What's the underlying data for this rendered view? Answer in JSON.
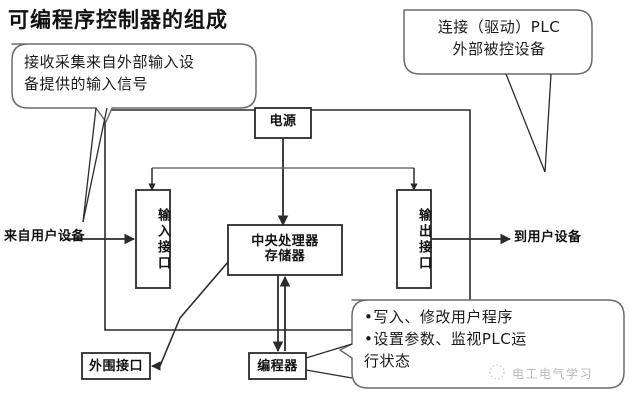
{
  "title": "可编程序控制器的组成",
  "callouts": [
    {
      "id": "input-callout",
      "text": "接收采集来自外部输入设\n备提供的输入信号"
    },
    {
      "id": "output-callout",
      "text": "连接（驱动）PLC\n外部被控设备"
    },
    {
      "id": "programmer-callout",
      "text": "•写入、修改用户程序\n•设置参数、监视PLC运\n 行状态"
    }
  ],
  "blocks": [
    {
      "id": "power",
      "label": "电源"
    },
    {
      "id": "input-interface",
      "label": "输入接口"
    },
    {
      "id": "cpu",
      "label": "中央处理器\n存储器"
    },
    {
      "id": "output-interface",
      "label": "输出接口"
    },
    {
      "id": "peripheral-interface",
      "label": "外围接口"
    },
    {
      "id": "programmer",
      "label": "编程器"
    }
  ],
  "edge_labels": {
    "from_user_device": "来自用户设备",
    "to_user_device": "到用户设备"
  },
  "watermark": {
    "text": "电工电气学习",
    "logo": "wechat-circle-icon"
  },
  "colors": {
    "background": "#ffffff",
    "line": "#2b2b2b",
    "line_light": "#555555",
    "text": "#111111",
    "watermark": "#b9b9b9"
  }
}
